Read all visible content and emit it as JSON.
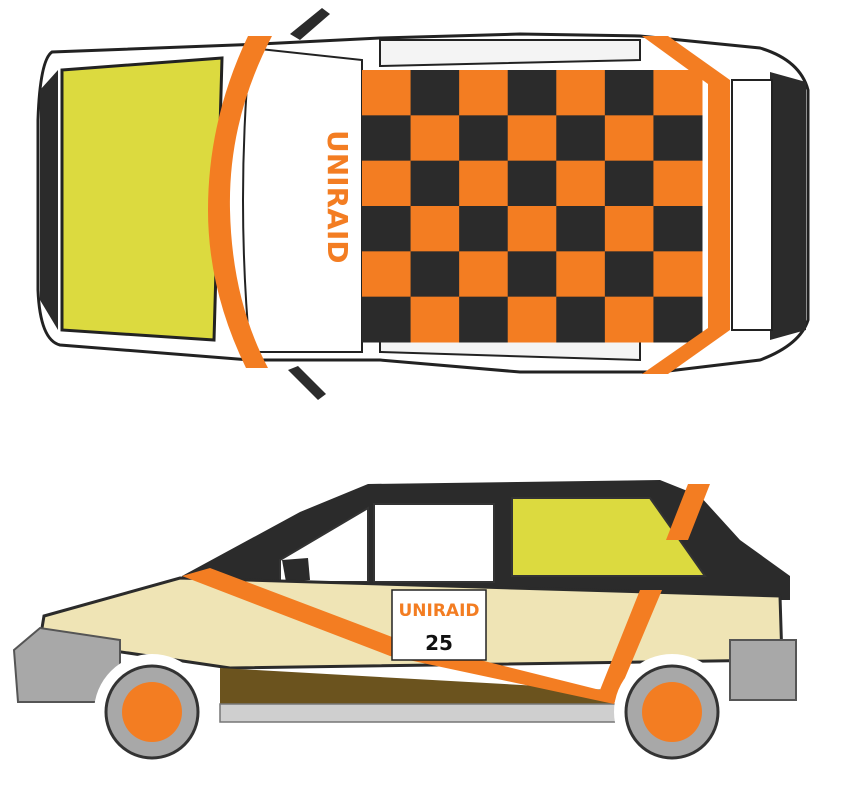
{
  "branding": {
    "roof_logo": "UNIRAID",
    "door_logo": "UNIRAID",
    "race_number": "25"
  },
  "colors": {
    "orange": "#F37D22",
    "dark": "#2B2B2B",
    "lime": "#DCDA3F",
    "cream": "#EFE4B5",
    "brown": "#6B531E",
    "grey": "#A8A8A8",
    "white": "#FFFFFF"
  },
  "checker": {
    "rows": 6,
    "cols": 7
  }
}
